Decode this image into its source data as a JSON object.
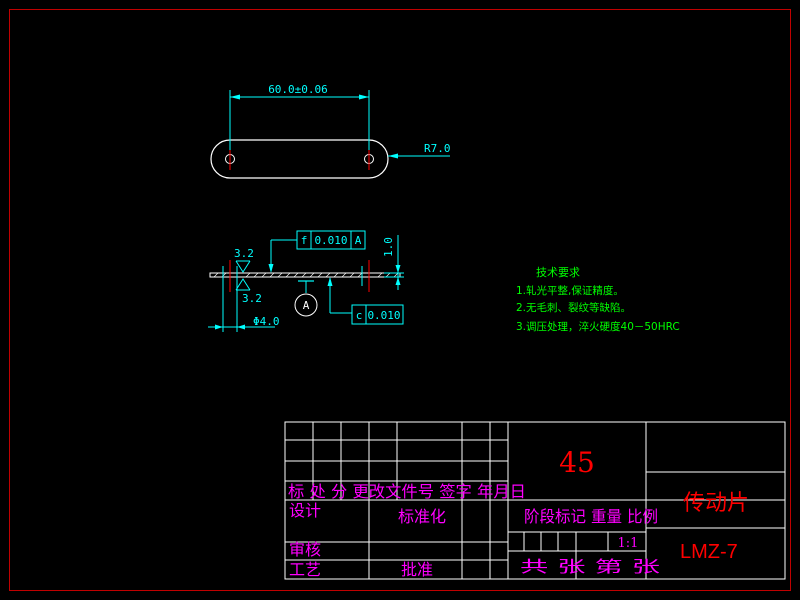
{
  "colors": {
    "background": "#000000",
    "frame": "#c00000",
    "outline": "#ffffff",
    "dimension": "#00ffff",
    "center": "#ff0000",
    "text_green": "#00ff00",
    "text_magenta": "#ff00ff",
    "text_red": "#ff0000"
  },
  "top_view": {
    "length_dim": "60.0±0.06",
    "radius_dim": "R7.0"
  },
  "side_view": {
    "roughness_top": "3.2",
    "roughness_bottom": "3.2",
    "diameter_dim": "Φ4.0",
    "thickness_dim": "1.0",
    "datum_label": "A",
    "gdt_flatness": {
      "symbol": "f",
      "tolerance": "0.010",
      "datum": "A"
    },
    "gdt_parallel": {
      "symbol": "c",
      "tolerance": "0.010"
    }
  },
  "tech_requirements": {
    "title": "技术要求",
    "items": [
      "1.轧光平整,保证精度。",
      "2.无毛刺、裂纹等缺陷。",
      "3.调压处理，淬火硬度40－50HRC"
    ]
  },
  "title_block": {
    "material": "45",
    "part_name": "传动片",
    "drawing_no": "LMZ-7",
    "revision_header": "标 处 分 更改文件号 签字 年月日",
    "design": "设计",
    "standardize": "标准化",
    "stage_header": "阶段标记 重量 比例",
    "review": "审核",
    "process": "工艺",
    "approve": "批准",
    "scale": "1:1",
    "sheets": "共    张 第    张"
  }
}
